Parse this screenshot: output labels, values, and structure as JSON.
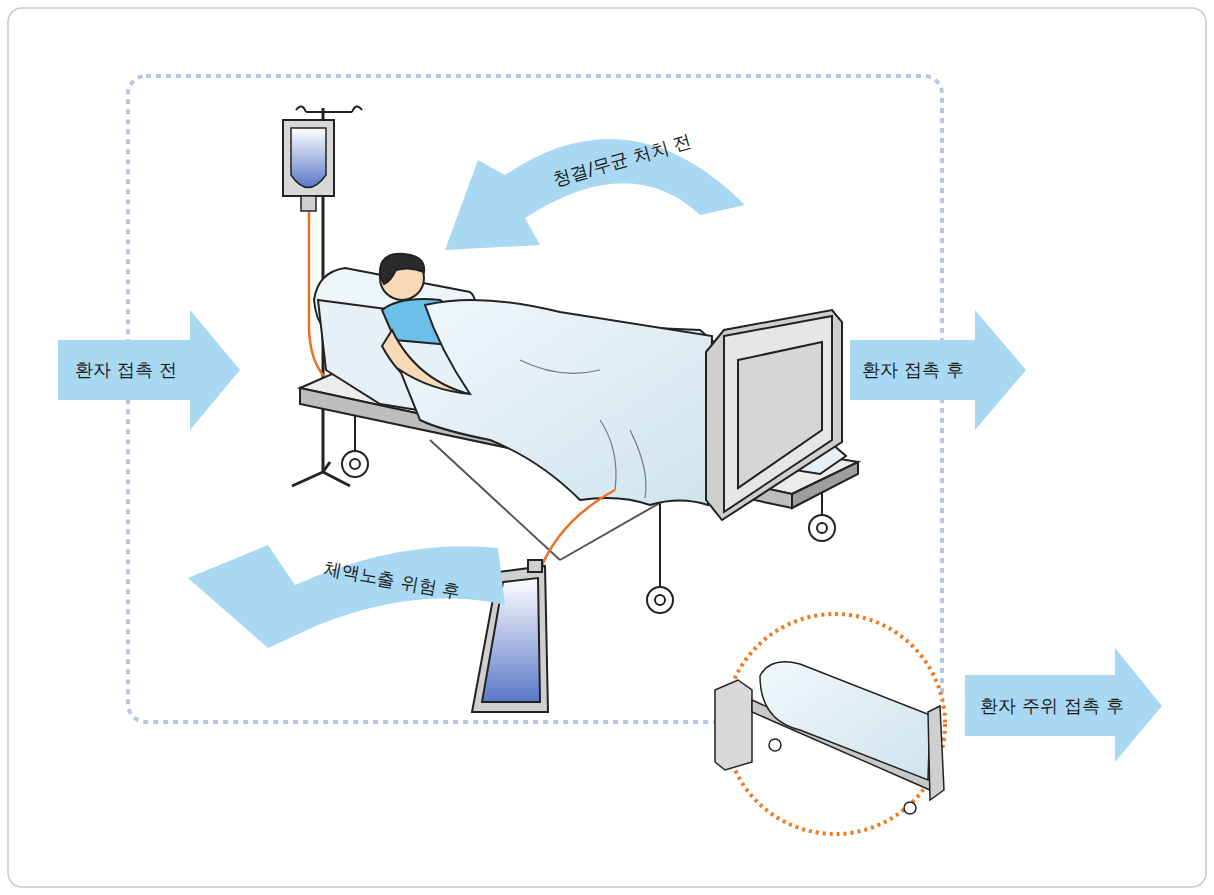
{
  "diagram": {
    "nodes": [
      {
        "text": [
          "청결/무균 처치 전"
        ]
      },
      {
        "text": [
          "환자 접촉 전"
        ]
      },
      {
        "text": [
          "환자 접촉 후"
        ]
      },
      {
        "text": [
          "체액노출 위험 후"
        ]
      },
      {
        "text": [
          "환자 주위 접촉 후"
        ]
      }
    ]
  }
}
